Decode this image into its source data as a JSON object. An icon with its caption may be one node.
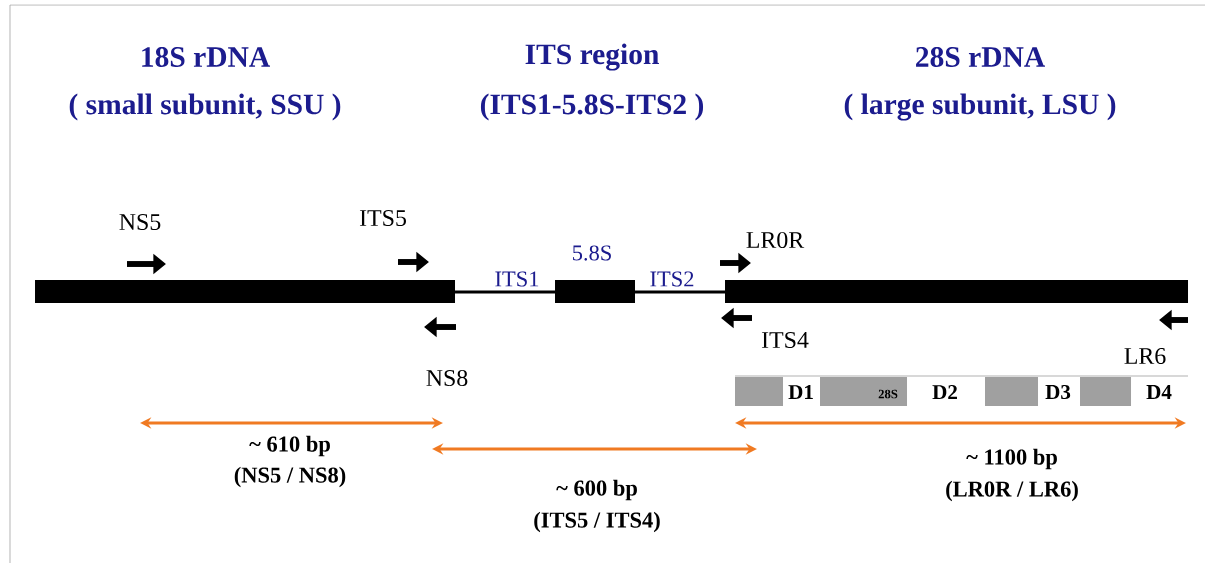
{
  "diagram": {
    "labels": [
      "18S rDNA",
      "( small subunit, SSU )",
      "ITS region",
      "(ITS1-5.8S-ITS2 )",
      "28S rDNA",
      "( large subunit, LSU )",
      "NS5",
      "ITS5",
      "5.8S",
      "LR0R",
      "ITS1",
      "ITS2",
      "ITS4",
      "LR6",
      "NS8",
      "D1",
      "28S",
      "D2",
      "D3",
      "D4",
      "~ 610 bp",
      "(NS5 / NS8)",
      "~ 600 bp",
      "(ITS5 / ITS4)",
      "~ 1100 bp",
      "(LR0R / LR6)"
    ]
  }
}
